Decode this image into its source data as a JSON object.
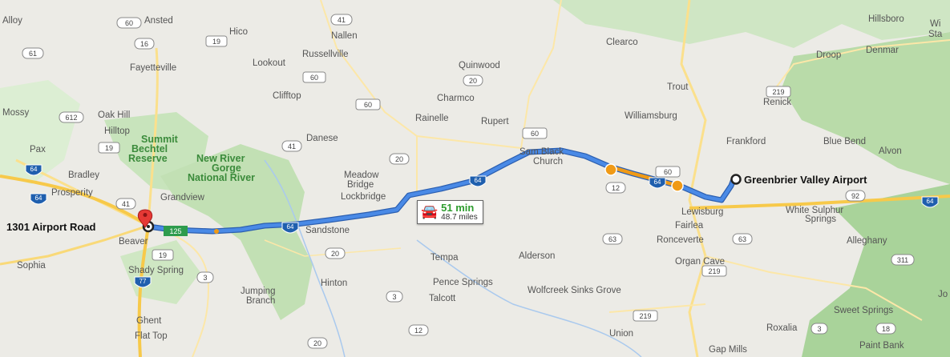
{
  "route": {
    "origin": "1301 Airport Road",
    "destination": "Greenbrier Valley Airport",
    "duration": "51 min",
    "distance": "48.7 miles",
    "road_label": "125"
  },
  "towns": [
    {
      "name": "Alloy"
    },
    {
      "name": "Ansted"
    },
    {
      "name": "Hico"
    },
    {
      "name": "Nallen"
    },
    {
      "name": "Clearco"
    },
    {
      "name": "Hillsboro"
    },
    {
      "name": "Droop"
    },
    {
      "name": "Denmar"
    },
    {
      "name": "Fayetteville"
    },
    {
      "name": "Lookout"
    },
    {
      "name": "Russellville"
    },
    {
      "name": "Quinwood"
    },
    {
      "name": "Trout"
    },
    {
      "name": "Renick"
    },
    {
      "name": "Mossy"
    },
    {
      "name": "Oak Hill"
    },
    {
      "name": "Clifftop"
    },
    {
      "name": "Charmco"
    },
    {
      "name": "Rainelle"
    },
    {
      "name": "Rupert"
    },
    {
      "name": "Williamsburg"
    },
    {
      "name": "Hilltop"
    },
    {
      "name": "Danese"
    },
    {
      "name": "Frankford"
    },
    {
      "name": "Blue Bend"
    },
    {
      "name": "Alvon"
    },
    {
      "name": "Pax"
    },
    {
      "name": "Sam Black"
    },
    {
      "name": "Church"
    },
    {
      "name": "Meadow"
    },
    {
      "name": "Bridge"
    },
    {
      "name": "Bradley"
    },
    {
      "name": "Prosperity"
    },
    {
      "name": "Grandview"
    },
    {
      "name": "Lockbridge"
    },
    {
      "name": "Lewisburg"
    },
    {
      "name": "White Sulphur"
    },
    {
      "name": "Springs"
    },
    {
      "name": "Fairlea"
    },
    {
      "name": "Sandstone"
    },
    {
      "name": "Beaver"
    },
    {
      "name": "Ronceverte"
    },
    {
      "name": "Alleghany"
    },
    {
      "name": "Sophia"
    },
    {
      "name": "Tempa"
    },
    {
      "name": "Alderson"
    },
    {
      "name": "Organ Cave"
    },
    {
      "name": "Shady Spring"
    },
    {
      "name": "Pence Springs"
    },
    {
      "name": "Wolfcreek Sinks Grove"
    },
    {
      "name": "Hinton"
    },
    {
      "name": "Jumping"
    },
    {
      "name": "Branch"
    },
    {
      "name": "Talcott"
    },
    {
      "name": "Ghent"
    },
    {
      "name": "Sweet Springs"
    },
    {
      "name": "Flat Top"
    },
    {
      "name": "Union"
    },
    {
      "name": "Roxalia"
    },
    {
      "name": "Paint Bank"
    },
    {
      "name": "Gap Mills"
    },
    {
      "name": "Wi"
    },
    {
      "name": "Sta"
    },
    {
      "name": "Jo"
    }
  ],
  "parks": [
    {
      "name": "Summit"
    },
    {
      "name": "Bechtel"
    },
    {
      "name": "Reserve"
    },
    {
      "name": "New River"
    },
    {
      "name": "Gorge"
    },
    {
      "name": "National River"
    }
  ],
  "shields": [
    {
      "number": "60"
    },
    {
      "number": "41"
    },
    {
      "number": "16"
    },
    {
      "number": "19"
    },
    {
      "number": "61"
    },
    {
      "number": "60"
    },
    {
      "number": "20"
    },
    {
      "number": "60"
    },
    {
      "number": "219"
    },
    {
      "number": "612"
    },
    {
      "number": "60"
    },
    {
      "number": "19"
    },
    {
      "number": "41"
    },
    {
      "number": "20"
    },
    {
      "number": "60"
    },
    {
      "number": "12"
    },
    {
      "number": "41"
    },
    {
      "number": "92"
    },
    {
      "number": "19"
    },
    {
      "number": "3"
    },
    {
      "number": "20"
    },
    {
      "number": "63"
    },
    {
      "number": "63"
    },
    {
      "number": "219"
    },
    {
      "number": "311"
    },
    {
      "number": "3"
    },
    {
      "number": "219"
    },
    {
      "number": "12"
    },
    {
      "number": "20"
    },
    {
      "number": "3"
    },
    {
      "number": "18"
    }
  ],
  "interstates": [
    {
      "number": "64"
    },
    {
      "number": "64"
    },
    {
      "number": "64"
    },
    {
      "number": "64"
    },
    {
      "number": "64"
    },
    {
      "number": "64"
    },
    {
      "number": "77"
    }
  ],
  "colors": {
    "route": "#4a8ae6",
    "traffic": "#f09a16",
    "park": "#c8e4bc",
    "land": "#ecebe6",
    "pin": "#e53935"
  }
}
